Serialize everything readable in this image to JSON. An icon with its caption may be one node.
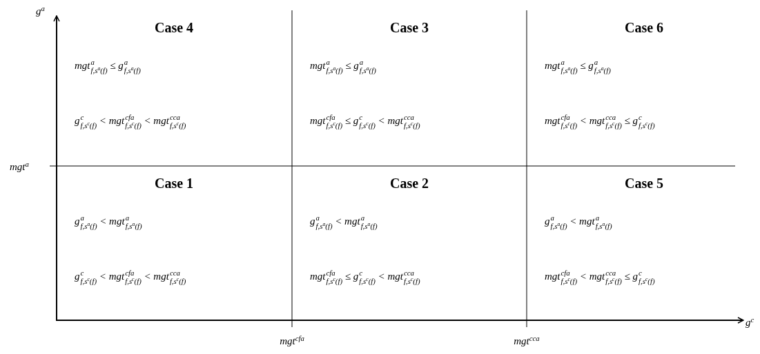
{
  "diagram": {
    "nodes": [
      {
        "text": [
          "Case 4",
          "mgt$^{a}$$_{f,s}$$^{a}$$_{(f)}$ ≤ g$^{a}$$_{f,s}$$^{a}$$_{(f)}$",
          "g$^{c}$$_{f,s}$$^{c}$$_{(f)}$ < mgt$^{cfa}$$_{f,s}$$^{c}$$_{(f)}$ < mgt$^{cca}$$_{f,s}$$^{c}$$_{(f)}$"
        ]
      },
      {
        "text": [
          "Case 3",
          "mgt$^{a}$$_{f,s}$$^{a}$$_{(f)}$ ≤ g$^{a}$$_{f,s}$$^{a}$$_{(f)}$",
          "mgt$^{cfa}$$_{f,s}$$^{c}$$_{(f)}$ ≤ g$^{c}$$_{f,s}$$^{c}$$_{(f)}$ < mgt$^{cca}$$_{f,s}$$^{c}$$_{(f)}$"
        ]
      },
      {
        "text": [
          "Case 6",
          "mgt$^{a}$$_{f,s}$$^{a}$$_{(f)}$ ≤ g$^{a}$$_{f,s}$$^{a}$$_{(f)}$",
          "mgt$^{cfa}$$_{f,s}$$^{c}$$_{(f)}$ < mgt$^{cca}$$_{f,s}$$^{c}$$_{(f)}$ ≤ g$^{c}$$_{f,s}$$^{c}$$_{(f)}$"
        ]
      },
      {
        "text": [
          "Case 1",
          "g$^{a}$$_{f,s}$$^{a}$$_{(f)}$ < mgt$^{a}$$_{f,s}$$^{a}$$_{(f)}$",
          "g$^{c}$$_{f,s}$$^{c}$$_{(f)}$ < mgt$^{cfa}$$_{f,s}$$^{c}$$_{(f)}$ < mgt$^{cca}$$_{f,s}$$^{c}$$_{(f)}$"
        ]
      },
      {
        "text": [
          "Case 2",
          "g$^{a}$$_{f,s}$$^{a}$$_{(f)}$ < mgt$^{a}$$_{f,s}$$^{a}$$_{(f)}$",
          "mgt$^{cfa}$$_{f,s}$$^{c}$$_{(f)}$ ≤ g$^{c}$$_{f,s}$$^{c}$$_{(f)}$ < mgt$^{cca}$$_{f,s}$$^{c}$$_{(f)}$"
        ]
      },
      {
        "text": [
          "Case 5",
          "g$^{a}$$_{f,s}$$^{a}$$_{(f)}$ < mgt$^{a}$$_{f,s}$$^{a}$$_{(f)}$",
          "mgt$^{cfa}$$_{f,s}$$^{c}$$_{(f)}$ < mgt$^{cca}$$_{f,s}$$^{c}$$_{(f)}$ ≤ g$^{c}$$_{f,s}$$^{c}$$_{(f)}$"
        ]
      }
    ],
    "edges": [],
    "labels": [
      "g$^{a}$",
      "mgt$^{a}$",
      "g$^{c}$",
      "mgt$^{cfa}$",
      "mgt$^{cca}$"
    ]
  }
}
